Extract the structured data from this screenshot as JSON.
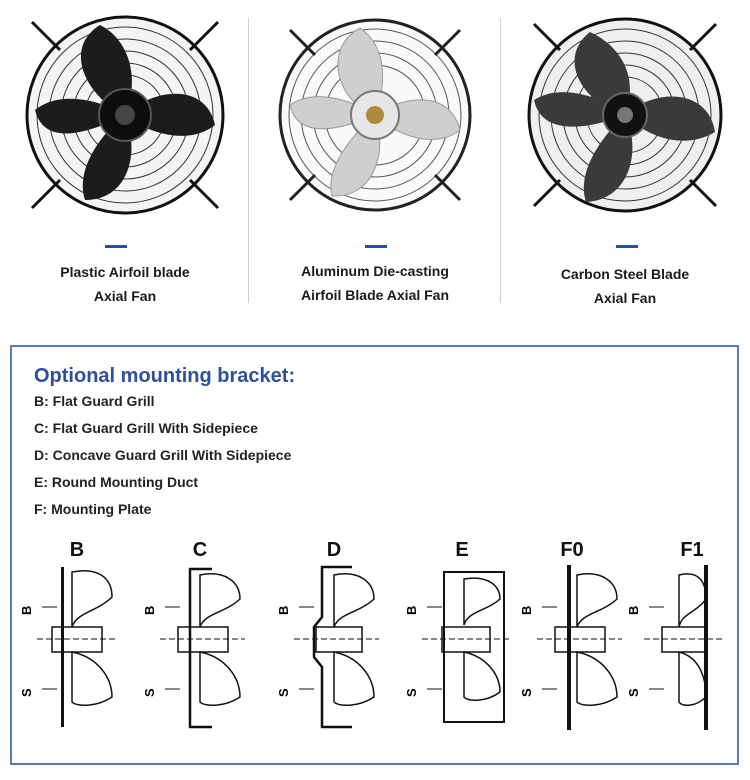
{
  "fans": [
    {
      "caption_line1": "Plastic Airfoil blade",
      "caption_line2": "Axial Fan"
    },
    {
      "caption_line1": "Aluminum Die-casting",
      "caption_line2": "Airfoil Blade Axial Fan"
    },
    {
      "caption_line1": "Carbon Steel Blade",
      "caption_line2": "Axial Fan"
    }
  ],
  "accent_color": "#2e4fa0",
  "bracket": {
    "title": "Optional mounting bracket:",
    "options": [
      "B: Flat Guard Grill",
      "C: Flat Guard Grill With Sidepiece",
      "D: Concave Guard Grill With Sidepiece",
      "E: Round Mounting Duct",
      "F: Mounting Plate"
    ],
    "diagram_labels": [
      "B",
      "C",
      "D",
      "E",
      "F0",
      "F1"
    ],
    "side_label_b": "B",
    "side_label_s": "S"
  }
}
